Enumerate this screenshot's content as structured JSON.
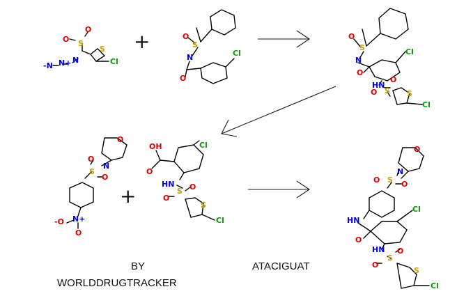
{
  "caption": {
    "by": "BY",
    "source": "WORLDDRUGTRACKER",
    "product": "ATACIGUAT"
  },
  "operators": {
    "plus": "+"
  },
  "colors": {
    "O": "#e00000",
    "S": "#c8a000",
    "N": "#0000ee",
    "Cl": "#00a000"
  },
  "atoms": {
    "N": "N",
    "Np": "N+",
    "Nm": "-N",
    "NH": "HN",
    "O": "O",
    "Om": "-O",
    "S": "S",
    "Cl": "Cl",
    "OH": "OH"
  }
}
